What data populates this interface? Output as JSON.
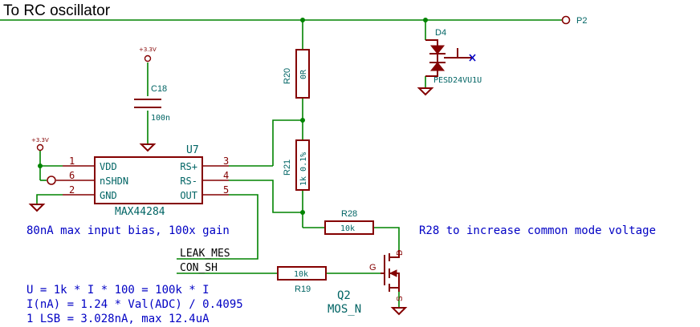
{
  "title": "To RC oscillator",
  "port_p2": "P2",
  "power_label": "+3.3V",
  "d4": {
    "ref": "D4",
    "value": "PESD24VU1U"
  },
  "r20": {
    "ref": "R20",
    "value": "0R"
  },
  "r21": {
    "ref": "R21",
    "value": "1k 0.1%"
  },
  "r28": {
    "ref": "R28",
    "value": "10k"
  },
  "r19": {
    "ref": "R19",
    "value": "10k"
  },
  "c18": {
    "ref": "C18",
    "value": "100n"
  },
  "u7": {
    "ref": "U7",
    "value": "MAX44284",
    "pins": [
      {
        "num": "1",
        "name": "VDD"
      },
      {
        "num": "6",
        "name": "nSHDN"
      },
      {
        "num": "2",
        "name": "GND"
      },
      {
        "num": "3",
        "name": "RS+"
      },
      {
        "num": "4",
        "name": "RS-"
      },
      {
        "num": "5",
        "name": "OUT"
      }
    ]
  },
  "q2": {
    "ref": "Q2",
    "value": "MOS_N",
    "pin_g": "G",
    "pin_d": "D",
    "pin_s": "S"
  },
  "nets": {
    "leak": "LEAK_MES",
    "con": "CON_SH"
  },
  "notes": {
    "bias": "80nA max input bias, 100x gain",
    "r28_note": "R28 to increase common mode voltage",
    "eq1": "U = 1k * I * 100 = 100k * I",
    "eq2": "I(nA) = 1.24 * Val(ADC) / 0.4095",
    "eq3": "1 LSB = 3.028nA, max 12.4uA"
  }
}
